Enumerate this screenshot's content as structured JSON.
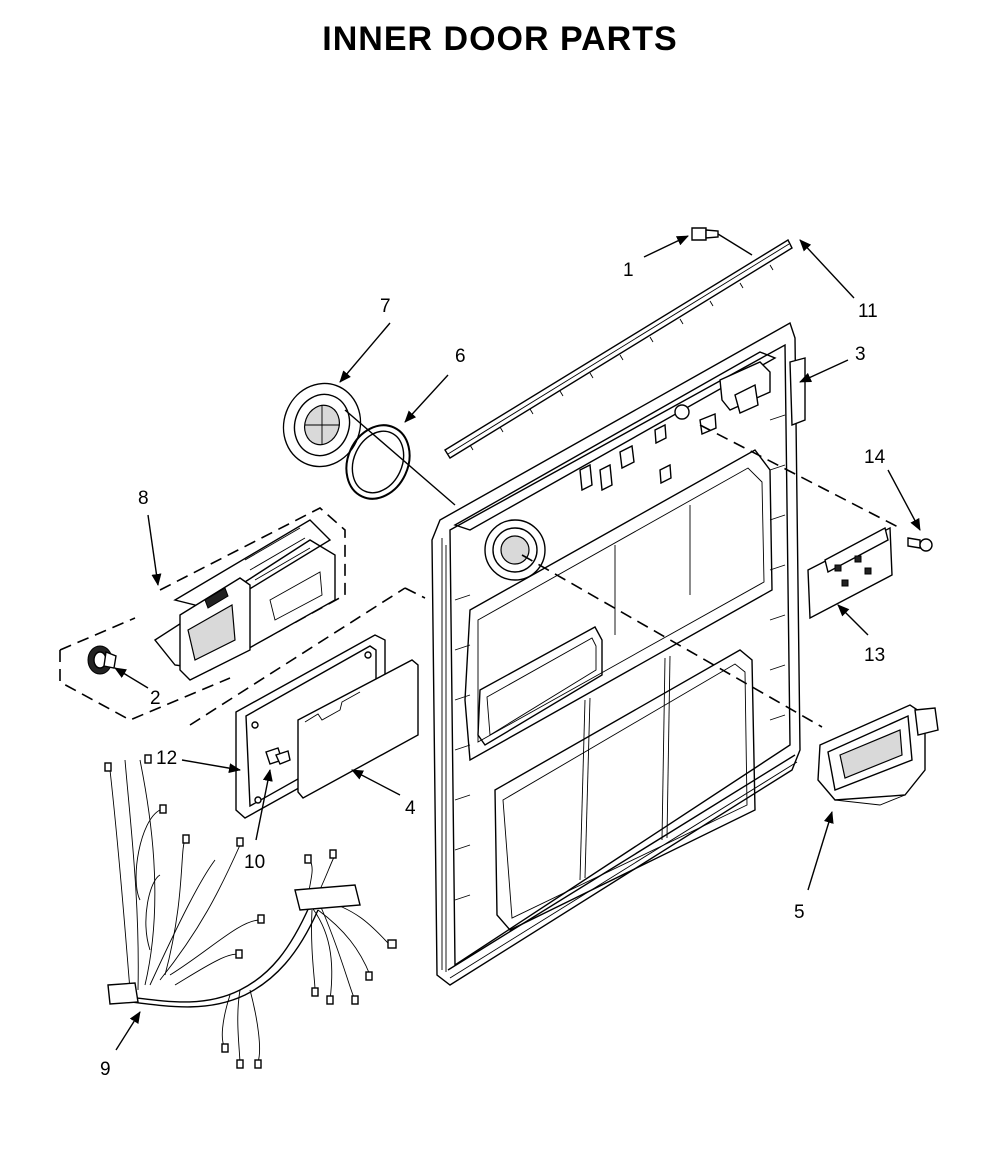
{
  "title": "INNER DOOR PARTS",
  "callouts": [
    {
      "id": "1",
      "text": "1"
    },
    {
      "id": "2",
      "text": "2"
    },
    {
      "id": "3",
      "text": "3"
    },
    {
      "id": "4",
      "text": "4"
    },
    {
      "id": "5",
      "text": "5"
    },
    {
      "id": "6",
      "text": "6"
    },
    {
      "id": "7",
      "text": "7"
    },
    {
      "id": "8",
      "text": "8"
    },
    {
      "id": "9",
      "text": "9"
    },
    {
      "id": "10",
      "text": "10"
    },
    {
      "id": "11",
      "text": "11"
    },
    {
      "id": "12",
      "text": "12"
    },
    {
      "id": "13",
      "text": "13"
    },
    {
      "id": "14",
      "text": "14"
    }
  ]
}
